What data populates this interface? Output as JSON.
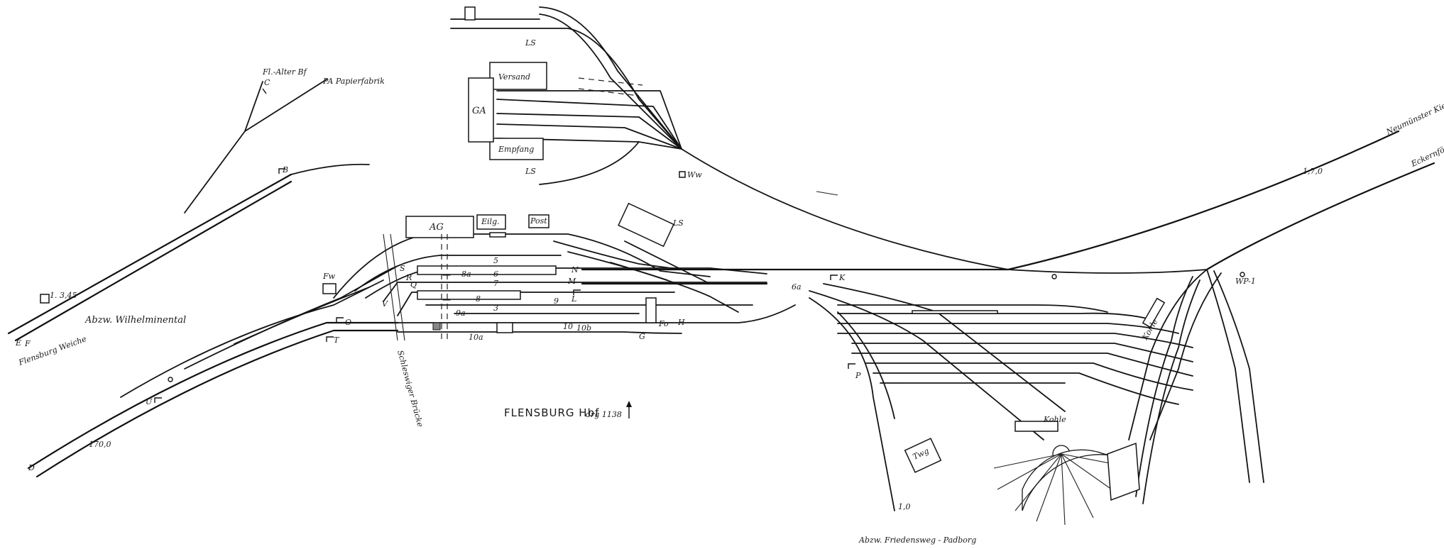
{
  "title": "FLENSBURG Hbf",
  "date_note": "drg 1138",
  "labels": {
    "abzw_wilhelminental": "Abzw. Wilhelminental",
    "flensburg_weiche": "Flensburg Weiche",
    "fl_alter_bf": "Fl.-Alter Bf",
    "papierfabrik": "PA Papierfabrik",
    "abzw_friedensweg": "Abzw. Friedensweg - Padborg",
    "neumuenster_kiel": "Neumünster Kiel",
    "eckernfoerde": "Eckernförde",
    "schleswiger_bruecke": "Schleswiger Brücke",
    "versand": "Versand",
    "empfang": "Empfang",
    "ga": "GA",
    "ls_upper": "LS",
    "ls_lower": "LS",
    "ls_mid": "LS",
    "ag": "AG",
    "eilg": "Eilg.",
    "post": "Post",
    "fw": "Fw",
    "fo": "Fo",
    "twg": "Twg",
    "kohle_right": "Kohle",
    "kohle_lower": "Kohle",
    "ww": "Ww",
    "wp": "WP-1",
    "km_a": "1. 3,45",
    "km_b": "170,0",
    "km_c": "1,0",
    "km_d": "1,7,0"
  },
  "signals": [
    "B",
    "C",
    "D",
    "E",
    "F",
    "G",
    "H",
    "K",
    "L",
    "M",
    "N",
    "O",
    "P",
    "Q",
    "R",
    "S",
    "T",
    "U",
    "V"
  ],
  "track_numbers": [
    "5",
    "6",
    "7",
    "8",
    "9",
    "10",
    "8a",
    "9a",
    "10a",
    "10b",
    "6a",
    "3"
  ],
  "line_color": "#141414",
  "paper_color": "#ffffff"
}
